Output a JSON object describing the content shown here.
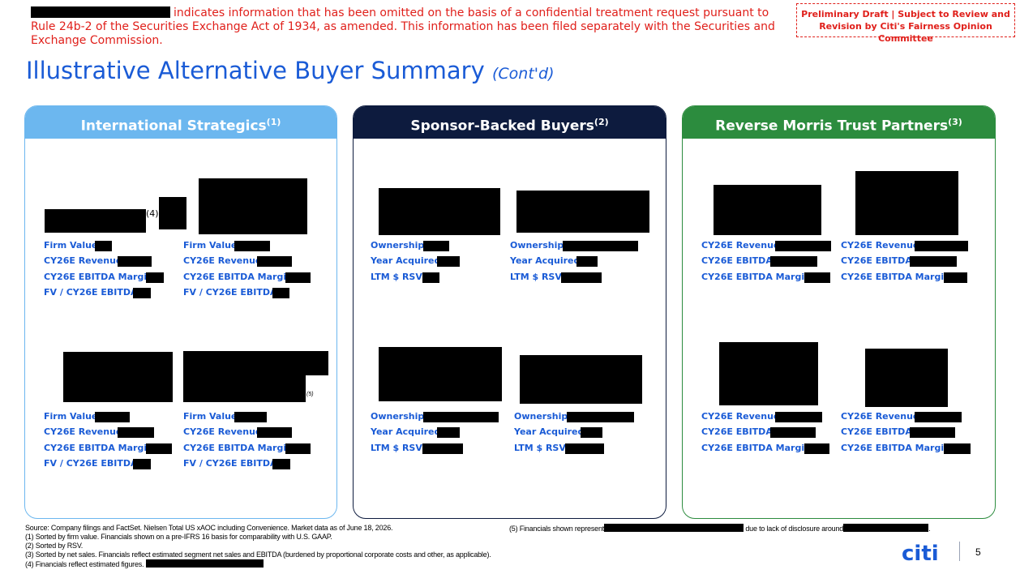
{
  "notice": {
    "text": "indicates information that has been omitted on the basis of a confidential treatment request pursuant to Rule 24b-2 of the Securities Exchange Act of 1934, as amended. This information has been filed separately with the Securities and Exchange Commission."
  },
  "draft_label": "Preliminary Draft | Subject to Review and Revision by Citi's Fairness Opinion Committee",
  "title": {
    "main": "Illustrative Alternative Buyer Summary",
    "cont": "(Cont'd)"
  },
  "panels": {
    "international": {
      "title": "International Strategics",
      "sup": "(1)"
    },
    "sponsor": {
      "title": "Sponsor-Backed Buyers",
      "sup": "(2)"
    },
    "rmt": {
      "title": "Reverse Morris Trust Partners",
      "sup": "(3)"
    }
  },
  "labels": {
    "firm_value": "Firm Value:",
    "revenue": "CY26E Revenue:",
    "ebitda_margin": "CY26E EBITDA Margin:",
    "fv_ebitda": "FV / CY26E EBITDA:",
    "ownership": "Ownership:",
    "year_acquired": "Year Acquired:",
    "ltm_rsv": "LTM $ RSV:",
    "ebitda": "CY26E EBITDA:"
  },
  "notes": {
    "n4": "(4)",
    "n5": "(5)"
  },
  "footer": {
    "source": "Source: Company filings and FactSet. Nielsen Total US xAOC including Convenience. Market data as of June 18, 2026.",
    "f1": "(1) Sorted by firm value. Financials shown on a pre-IFRS 16 basis for comparability with U.S. GAAP.",
    "f2": "(2) Sorted by RSV.",
    "f3": "(3) Sorted by net sales. Financials reflect estimated segment net sales and EBITDA (burdened by proportional corporate costs and other, as applicable).",
    "f4": "(4) Financials reflect estimated figures.",
    "f5a": "(5) Financials shown represent",
    "f5b": "due to lack of disclosure around",
    "f5c": "."
  },
  "logo": "citi",
  "page_number": "5",
  "colors": {
    "accent_blue": "#1a5bd6",
    "red": "#e0201b",
    "light_blue": "#6cb7ef",
    "navy": "#0d1b3e",
    "green": "#2c8c3e"
  }
}
